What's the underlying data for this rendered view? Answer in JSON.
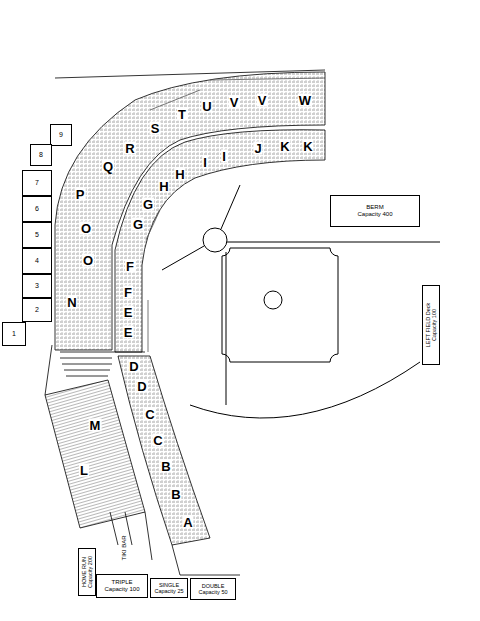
{
  "diagram": {
    "nodes": [
      {
        "text": [
          "9"
        ]
      },
      {
        "text": [
          "8"
        ]
      },
      {
        "text": [
          "7"
        ]
      },
      {
        "text": [
          "6"
        ]
      },
      {
        "text": [
          "BERM",
          "Capacity 400"
        ]
      },
      {
        "text": [
          "5"
        ]
      },
      {
        "text": [
          "4"
        ]
      },
      {
        "text": [
          "3"
        ]
      },
      {
        "text": [
          "2"
        ]
      },
      {
        "text": [
          "LEFT FIELD Deck",
          "Capacity 100"
        ]
      },
      {
        "text": [
          "1"
        ]
      },
      {
        "text": [
          "HOME RUN",
          "Capacity 200"
        ]
      },
      {
        "text": [
          "TRIPLE",
          "Capacity 100"
        ]
      },
      {
        "text": [
          "SINGLE",
          "Capacity 25"
        ]
      },
      {
        "text": [
          "DOUBLE",
          "Capacity 50"
        ]
      }
    ],
    "labels": [
      "N",
      "O",
      "O",
      "P",
      "Q",
      "R",
      "S",
      "T",
      "U",
      "V",
      "V",
      "W",
      "E",
      "E",
      "F",
      "F",
      "G",
      "G",
      "H",
      "H",
      "I",
      "I",
      "J",
      "K",
      "K",
      "D",
      "D",
      "C",
      "C",
      "B",
      "B",
      "A",
      "M",
      "L",
      "TIKI BAR"
    ]
  }
}
